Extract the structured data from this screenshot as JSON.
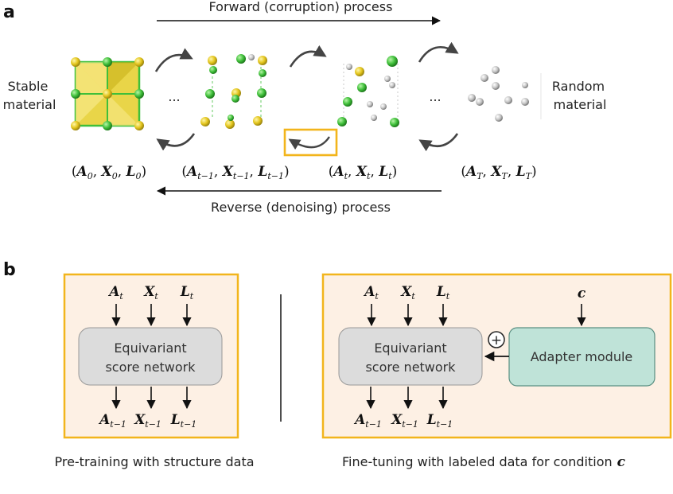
{
  "panel_a": {
    "letter": "a",
    "forward_label": "Forward (corruption) process",
    "reverse_label": "Reverse (denoising) process",
    "stable_label_line1": "Stable",
    "stable_label_line2": "material",
    "random_label_line1": "Random",
    "random_label_line2": "material",
    "ellipsis": "...",
    "states": [
      {
        "A": "A",
        "X": "X",
        "L": "L",
        "sub": "0"
      },
      {
        "A": "A",
        "X": "X",
        "L": "L",
        "sub": "t−1"
      },
      {
        "A": "A",
        "X": "X",
        "L": "L",
        "sub": "t"
      },
      {
        "A": "A",
        "X": "X",
        "L": "L",
        "sub": "T"
      }
    ],
    "colors": {
      "yellow_atom": "#e3c51c",
      "green_atom": "#3fbf3a",
      "gray_atom": "#b8b8b8",
      "highlight": "#f2b51c",
      "arrow": "#444444"
    }
  },
  "panel_b": {
    "letter": "b",
    "left": {
      "inputs": [
        "A",
        "X",
        "L"
      ],
      "input_sub": "t",
      "network_line1": "Equivariant",
      "network_line2": "score network",
      "outputs": [
        "A",
        "X",
        "L"
      ],
      "output_sub": "t−1",
      "caption": "Pre-training with structure data"
    },
    "right": {
      "inputs": [
        "A",
        "X",
        "L"
      ],
      "input_sub": "t",
      "condition": "c",
      "network_line1": "Equivariant",
      "network_line2": "score network",
      "adapter": "Adapter module",
      "plus": "+",
      "outputs": [
        "A",
        "X",
        "L"
      ],
      "output_sub": "t−1",
      "caption": "Fine-tuning with labeled data for condition",
      "caption_var": "c"
    },
    "colors": {
      "frame": "#f2b51c",
      "frame_fill": "#fdf0e4",
      "network_fill": "#dcdcdc",
      "adapter_fill": "#bfe3d8",
      "adapter_stroke": "#5a8f82"
    }
  }
}
